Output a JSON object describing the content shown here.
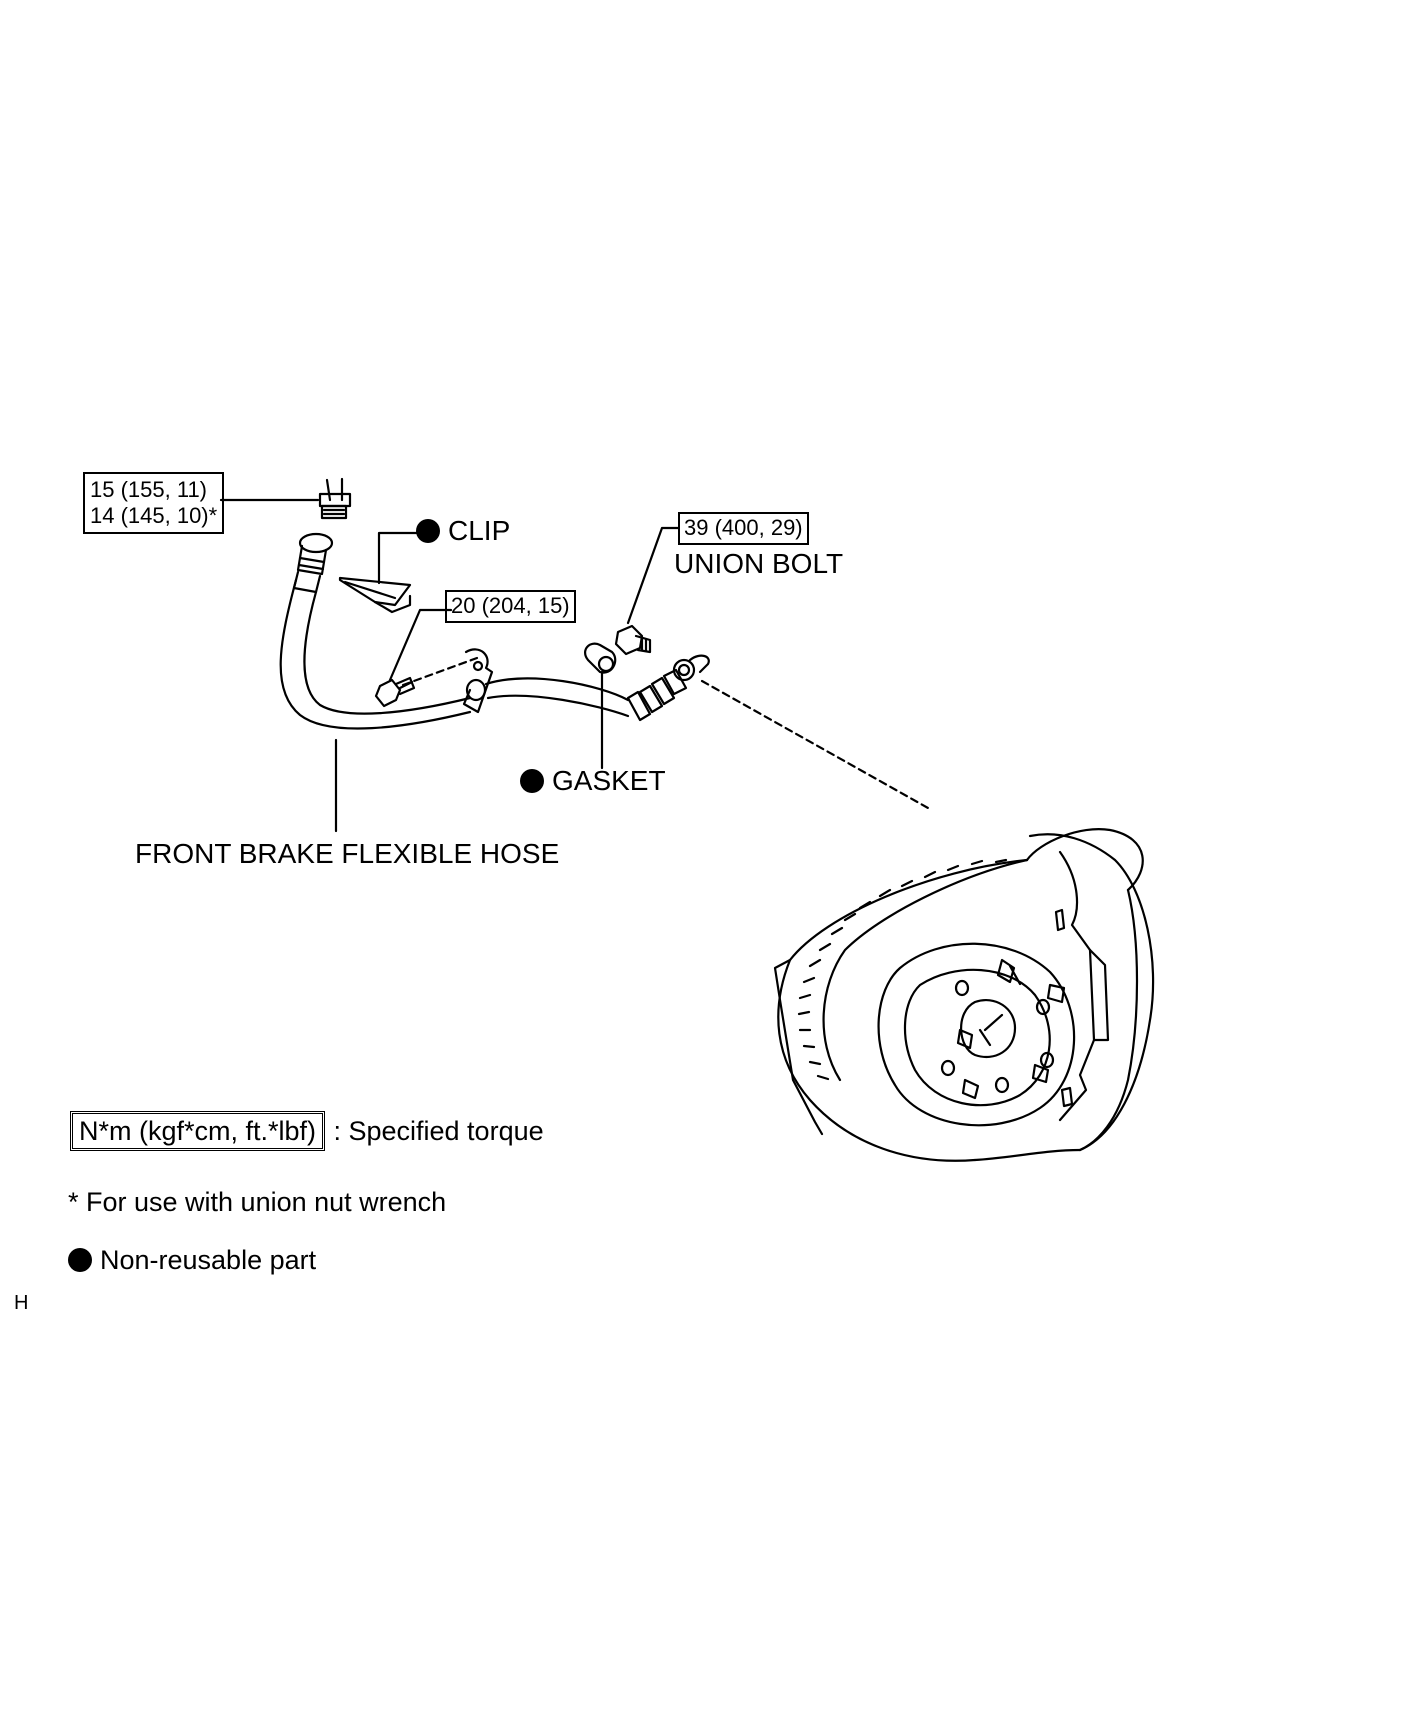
{
  "torque": {
    "hose_fitting": [
      "15 (155, 11)",
      "14 (145, 10)*"
    ],
    "bracket_bolt": "20 (204, 15)",
    "union_bolt": "39 (400, 29)"
  },
  "labels": {
    "clip": "CLIP",
    "union_bolt": "UNION BOLT",
    "gasket": "GASKET",
    "hose": "FRONT BRAKE FLEXIBLE HOSE"
  },
  "legend": {
    "torque_unit": "N*m (kgf*cm, ft.*lbf)",
    "torque_desc": ": Specified torque",
    "asterisk_note": "* For use with union nut wrench",
    "non_reusable": "Non-reusable part"
  },
  "corner_mark": "H"
}
